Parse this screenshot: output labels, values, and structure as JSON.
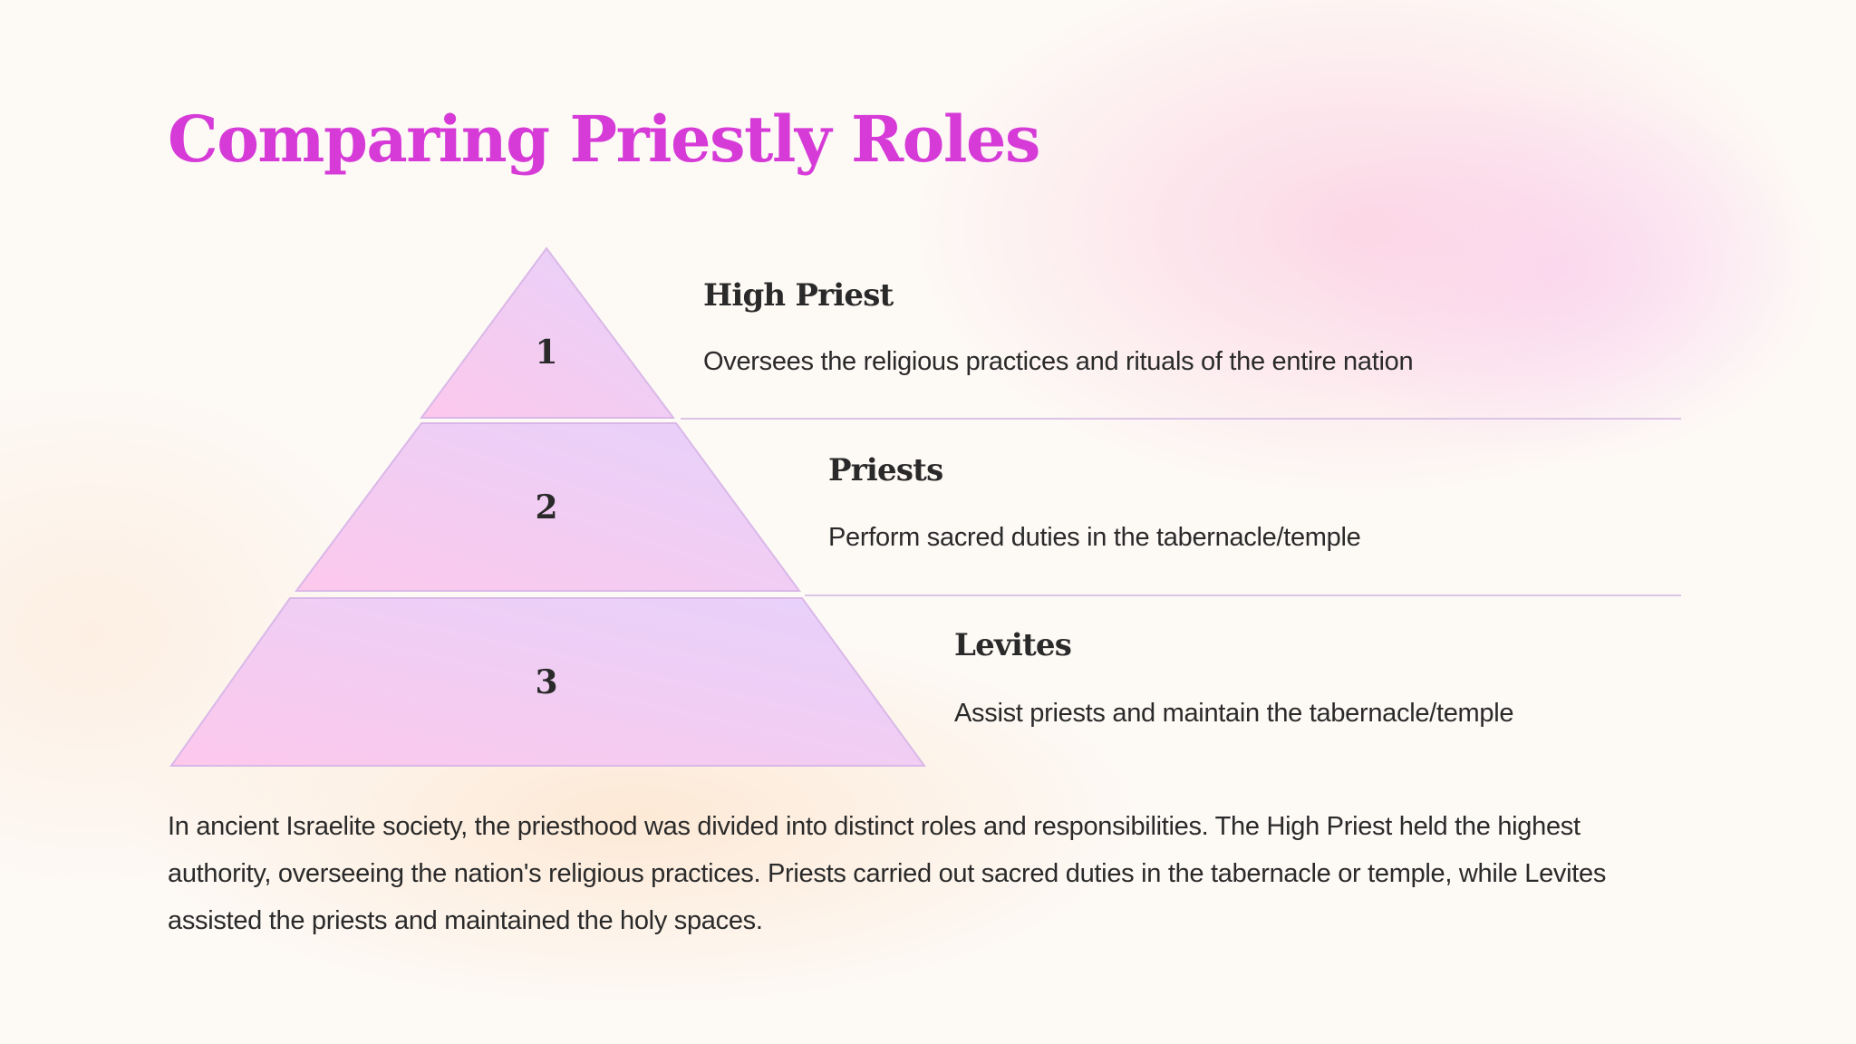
{
  "title": "Comparing Priestly Roles",
  "colors": {
    "accent": "#d63bd8",
    "tier_pink": "#fcc8ee",
    "tier_lavender": "#e9d0fb",
    "tier_stroke": "#d9b8e8"
  },
  "tiers": [
    {
      "number": "1",
      "heading": "High Priest",
      "description": "Oversees the religious practices and rituals of the entire nation"
    },
    {
      "number": "2",
      "heading": "Priests",
      "description": "Perform sacred duties in the tabernacle/temple"
    },
    {
      "number": "3",
      "heading": "Levites",
      "description": "Assist priests and maintain the tabernacle/temple"
    }
  ],
  "summary": "In ancient Israelite society, the priesthood was divided into distinct roles and responsibilities. The High Priest held the highest authority, overseeing the nation's religious practices. Priests carried out sacred duties in the tabernacle or temple, while Levites assisted the priests and maintained the holy spaces."
}
